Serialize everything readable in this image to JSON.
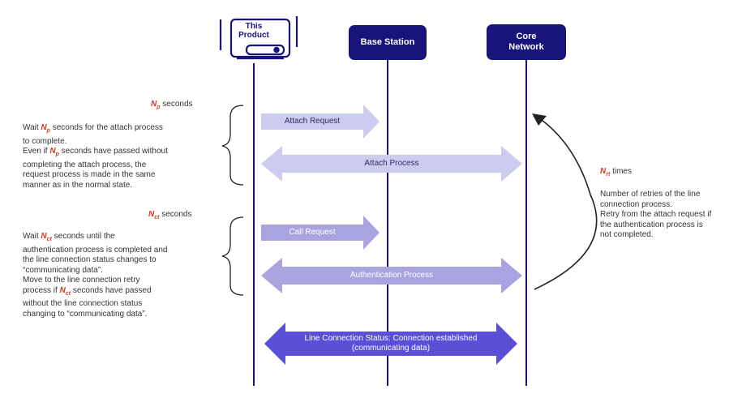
{
  "nodes": {
    "product": "This Product",
    "base_station": "Base Station",
    "core_network": "Core Network"
  },
  "messages": {
    "attach_request": "Attach Request",
    "attach_process": "Attach Process",
    "call_request": "Call Request",
    "auth_process": "Authentication Process",
    "line_status_1": "Line Connection Status: Connection established",
    "line_status_2": "(communicating data)"
  },
  "notes": {
    "np_label": "seconds",
    "np_sub": "p",
    "np_line1_a": "Wait ",
    "np_line1_b": " seconds for the attach process",
    "np_line2": "to complete.",
    "np_line3_a": "Even if ",
    "np_line3_b": " seconds have passed without",
    "np_line4": "completing the attach process, the",
    "np_line5": "request process is made in the same",
    "np_line6": "manner as in the normal state.",
    "nct_label": "seconds",
    "nct_sub": "ct",
    "nct_line1_a": "Wait ",
    "nct_line1_b": " seconds until the",
    "nct_line2": "authentication process is completed and",
    "nct_line3": "the line connection status changes to",
    "nct_line4": "“communicating data”.",
    "nct_line5": "Move to the line connection retry",
    "nct_line6_a": "process if ",
    "nct_line6_b": " seconds have passed",
    "nct_line7": "without the line connection status",
    "nct_line8": "changing to “communicating data”.",
    "nrt_label": "times",
    "nrt_sub": "rt",
    "nrt_line1": "Number of retries of the line",
    "nrt_line2": "connection process.",
    "nrt_line3": "Retry from the attach request if",
    "nrt_line4": "the authentication process is",
    "nrt_line5": "not completed.",
    "var_letter": "N"
  },
  "colors": {
    "node": "#17147a",
    "attach": "#cccdee",
    "call": "#a9a4e0",
    "line_status": "#5a4fd6",
    "lifeline": "#17147a",
    "variable": "#d93a1c"
  }
}
